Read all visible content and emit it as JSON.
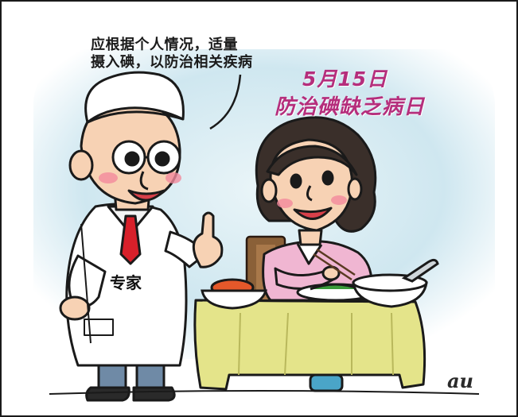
{
  "speech_bubble": {
    "line1": "应根据个人情况，适量",
    "line2": "摄入碘，以防治相关疾病"
  },
  "event": {
    "date": "5月15日",
    "name": "防治碘缺乏病日"
  },
  "doctor_badge": "专家",
  "signature": "au",
  "colors": {
    "sky": "#cfe7f0",
    "title": "#b52e7c",
    "tablecloth": "#e4e48a",
    "coat": "#ffffff",
    "blouse": "#f0b6d2"
  }
}
